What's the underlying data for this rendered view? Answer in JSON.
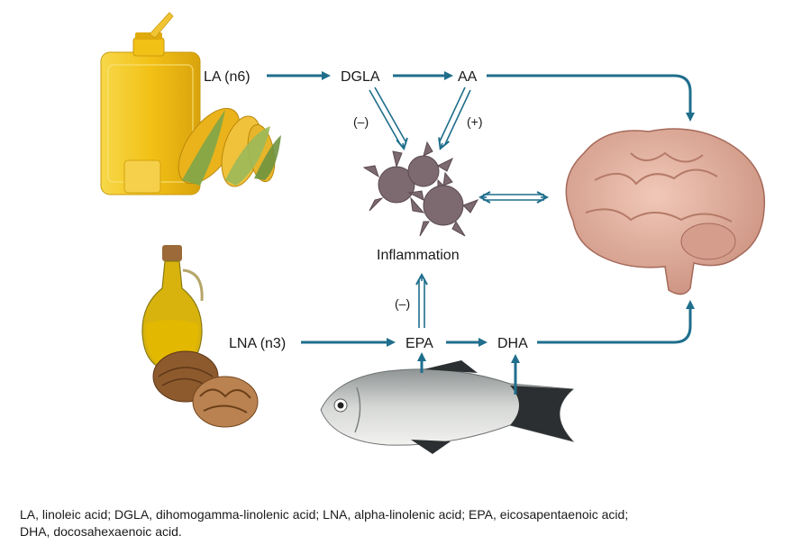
{
  "diagram": {
    "nodes": {
      "la": "LA (n6)",
      "dgla": "DGLA",
      "aa": "AA",
      "lna": "LNA (n3)",
      "epa": "EPA",
      "dha": "DHA",
      "inflammation": "Inflammation"
    },
    "signs": {
      "dgla_to_inflammation": "(–)",
      "aa_to_inflammation": "(+)",
      "epa_to_inflammation": "(–)"
    },
    "colors": {
      "arrow": "#1f6e8c",
      "oil": "#f2c518",
      "corn": "#e9b61a",
      "brain": "#e8b7a6",
      "cell": "#7d6a70",
      "walnut": "#a87446",
      "fish": "#b9bcbc"
    },
    "images": [
      "vegetable-oil-jug",
      "corn-cobs",
      "olive-oil-jar",
      "walnuts",
      "inflammatory-cells",
      "brain",
      "fish"
    ]
  },
  "caption": {
    "line1": "LA, linoleic acid; DGLA, dihomogamma-linolenic acid; LNA, alpha-linolenic acid; EPA, eicosapentaenoic acid;",
    "line2": "DHA, docosahexaenoic acid."
  }
}
